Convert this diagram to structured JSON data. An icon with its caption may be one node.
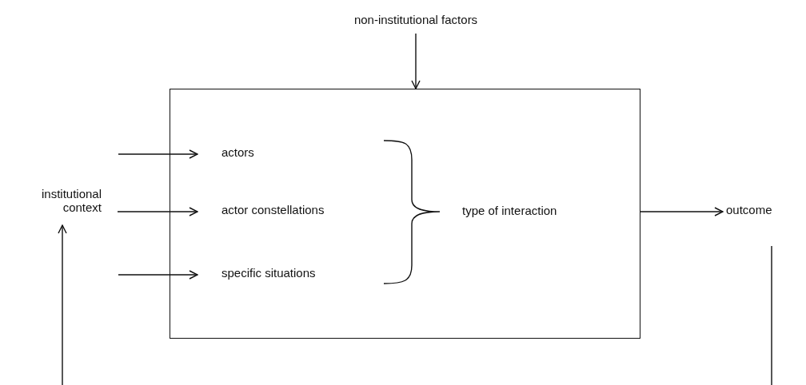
{
  "diagram": {
    "nodes": [
      {
        "text": [
          "non-institutional factors"
        ]
      },
      {
        "text": [],
        "shape": "box"
      },
      {
        "text": [
          "institutional context"
        ]
      },
      {
        "text": [
          "actors"
        ],
        "in": 1
      },
      {
        "text": [
          "actor constellations"
        ],
        "in": 1
      },
      {
        "text": [
          "specific situations"
        ],
        "in": 1
      },
      {
        "text": [
          "type of interaction"
        ],
        "in": 1
      },
      {
        "text": [
          "outcome"
        ]
      }
    ],
    "edges": [
      {
        "from": 0,
        "to": 1,
        "arrow": "to"
      },
      {
        "from": null,
        "to": 3,
        "arrow": "to"
      },
      {
        "from": 2,
        "to": 4,
        "arrow": "to"
      },
      {
        "from": null,
        "to": 5,
        "arrow": "to"
      },
      {
        "from": 1,
        "to": 7,
        "arrow": "to"
      },
      {
        "from": null,
        "to": 2,
        "arrow": "to"
      },
      {
        "from": 7,
        "to": null,
        "arrow": "none"
      }
    ]
  }
}
